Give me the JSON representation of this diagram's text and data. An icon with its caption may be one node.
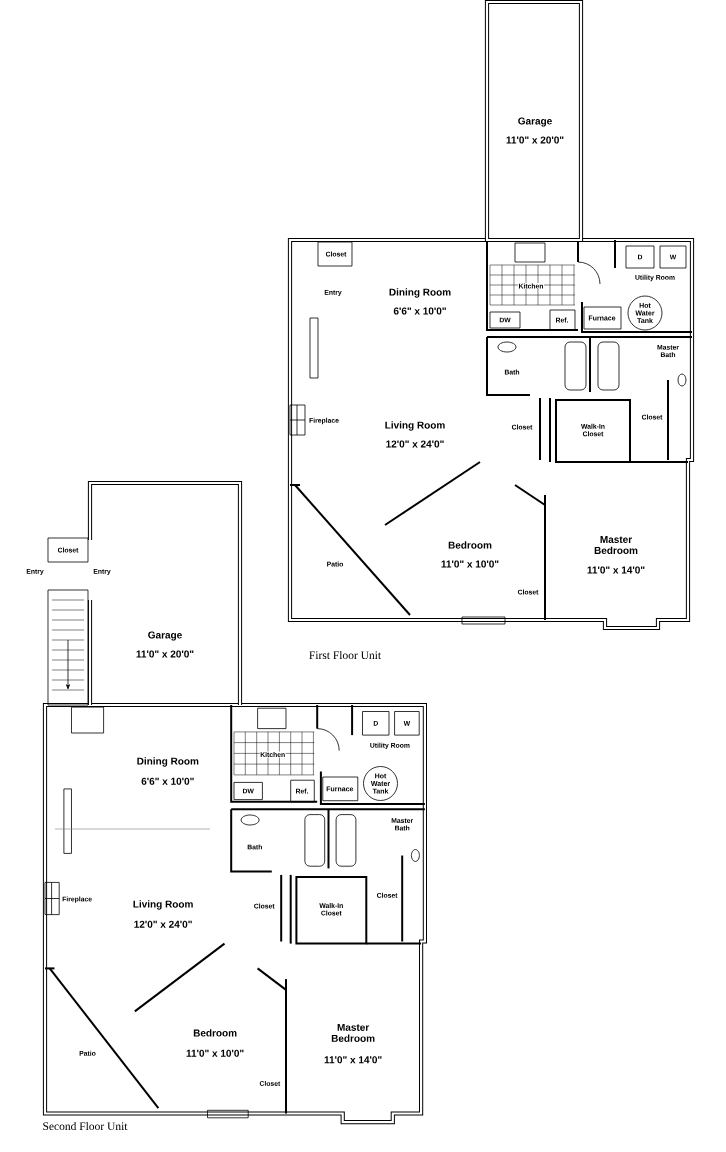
{
  "diagram": {
    "labels": [
      "Garage",
      "11'0\" x 20'0\"",
      "Closet",
      "Entry",
      "Dining Room",
      "6'6\" x 10'0\"",
      "Kitchen",
      "Utility Room",
      "D",
      "W",
      "DW",
      "Ref.",
      "Furnace",
      "Hot Water Tank",
      "Bath",
      "Master Bath",
      "Fireplace",
      "Living Room",
      "12'0\" x 24'0\"",
      "Closet",
      "Walk-In Closet",
      "Closet",
      "Bedroom",
      "Master Bedroom",
      "Patio",
      "11'0\" x 10'0\"",
      "11'0\" x 14'0\"",
      "Closet",
      "First Floor Unit",
      "Closet",
      "Entry",
      "Entry",
      "Garage",
      "11'0\" x 20'0\"",
      "Dining Room",
      "6'6\" x 10'0\"",
      "Kitchen",
      "Utility Room",
      "D",
      "W",
      "DW",
      "Ref.",
      "Furnace",
      "Hot Water Tank",
      "Bath",
      "Master Bath",
      "Fireplace",
      "Living Room",
      "12'0\" x 24'0\"",
      "Closet",
      "Walk-In Closet",
      "Closet",
      "Bedroom",
      "Master Bedroom",
      "Patio",
      "11'0\" x 10'0\"",
      "11'0\" x 14'0\"",
      "Closet",
      "Second Floor Unit"
    ]
  }
}
